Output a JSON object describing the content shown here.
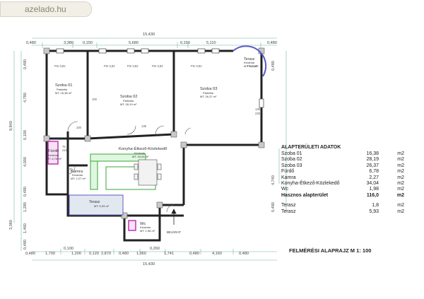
{
  "watermark": "azelado.hu",
  "dims": {
    "top_total": "15,430",
    "top": [
      "0,480",
      "3,380",
      "0,150",
      "5,680",
      "0,150",
      "5,110",
      "0,480"
    ],
    "bottom": [
      "0,480",
      "1,700",
      "0,100",
      "1,200",
      "0,120",
      "2,870",
      "0,480",
      "1,360",
      "0,260",
      "1,741",
      "0,480",
      "4,160",
      "0,480"
    ],
    "bottom_total": "15,430",
    "left_total": "9,840",
    "left": [
      "0,480",
      "4,780",
      "0,100",
      "4,000",
      "0,480",
      "1,280"
    ],
    "left_lower": [
      "3,360",
      "1,460",
      "0,480"
    ],
    "right": [
      "0,480",
      "4,740",
      "0,480"
    ]
  },
  "rooms": [
    {
      "name": "Szoba 01",
      "floor": "Parketta",
      "area": "MT: 16,38 m²"
    },
    {
      "name": "Szoba 02",
      "floor": "Parketta",
      "area": "MT: 28,19 m²"
    },
    {
      "name": "Szoba 03",
      "floor": "Parketta",
      "area": "MT: 26,37 m²"
    },
    {
      "name": "Fürdő",
      "floor": "Kerámia",
      "area": "MT: 6,78 m²"
    },
    {
      "name": "Kamra",
      "floor": "Kerámia",
      "area": "MT: 2,27 m²"
    },
    {
      "name": "Konyha-Étkező-Közlekedő",
      "floor": "Kerámia",
      "area": "MT: 34,04 m²"
    },
    {
      "name": "Wc",
      "floor": "Kerámia",
      "area": "MT: 1,98 m²"
    },
    {
      "name": "Terasz",
      "floor": "Kerámia",
      "area": "MT: 1,8 m²"
    },
    {
      "name": "Terasz",
      "floor": "",
      "area": "MT: 5,93 m²"
    }
  ],
  "openings": {
    "win_labels": [
      "Pm 0,82",
      "Pm 0,82",
      "Pm 0,82",
      "Pm 0,82",
      "Pm 0,82",
      "Pm 0,82"
    ],
    "door_labels": [
      "100",
      "135",
      "135",
      "225",
      "75",
      "75",
      "100",
      "210"
    ],
    "entrance": "BEJÁRAT"
  },
  "table": {
    "title": "ALAPTERÜLETI ADATOK",
    "rows": [
      {
        "name": "Szoba 01",
        "value": "16,38",
        "unit": "m2",
        "bold": false
      },
      {
        "name": "Szoba 02",
        "value": "28,19",
        "unit": "m2",
        "bold": false
      },
      {
        "name": "Szoba 03",
        "value": "26,37",
        "unit": "m2",
        "bold": false
      },
      {
        "name": "Fürdő",
        "value": "6,78",
        "unit": "m2",
        "bold": false
      },
      {
        "name": "Kamra",
        "value": "2,27",
        "unit": "m2",
        "bold": false
      },
      {
        "name": "Konyha-Étkező-Közlekedő",
        "value": "34,04",
        "unit": "m2",
        "bold": false
      },
      {
        "name": "Wc",
        "value": "1,98",
        "unit": "m2",
        "bold": false
      },
      {
        "name": "Hasznos alapterület",
        "value": "116,0",
        "unit": "m2",
        "bold": true
      }
    ],
    "terrace_rows": [
      {
        "name": "Terasz",
        "value": "1,8",
        "unit": "m2"
      },
      {
        "name": "Terasz",
        "value": "5,93",
        "unit": "m2"
      }
    ]
  },
  "plan_title": "FELMÉRÉSI ALAPRAJZ M 1: 100"
}
